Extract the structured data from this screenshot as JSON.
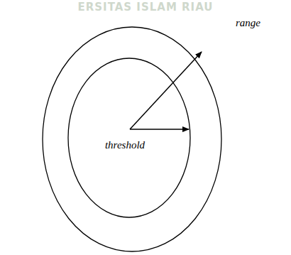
{
  "diagram": {
    "labels": [
      "ERSITAS ISLAM RIAU",
      "range",
      "threshold"
    ]
  }
}
